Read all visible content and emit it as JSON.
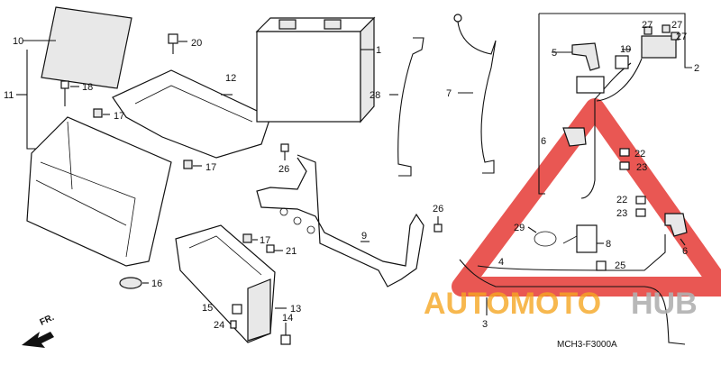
{
  "diagram": {
    "code": "MCH3-F3000A",
    "front_indicator": "FR.",
    "watermark": {
      "left": "AUTOMOTO",
      "right": "HUB",
      "left_color": "#f5a623",
      "right_color": "#b0b0b0",
      "triangle_color": "#e53935"
    },
    "callouts": [
      "1",
      "2",
      "3",
      "4",
      "5",
      "6",
      "6",
      "7",
      "8",
      "9",
      "10",
      "11",
      "12",
      "13",
      "14",
      "15",
      "16",
      "17",
      "17",
      "17",
      "18",
      "19",
      "20",
      "21",
      "22",
      "22",
      "23",
      "23",
      "24",
      "25",
      "26",
      "26",
      "27",
      "27",
      "27",
      "28",
      "29"
    ]
  }
}
